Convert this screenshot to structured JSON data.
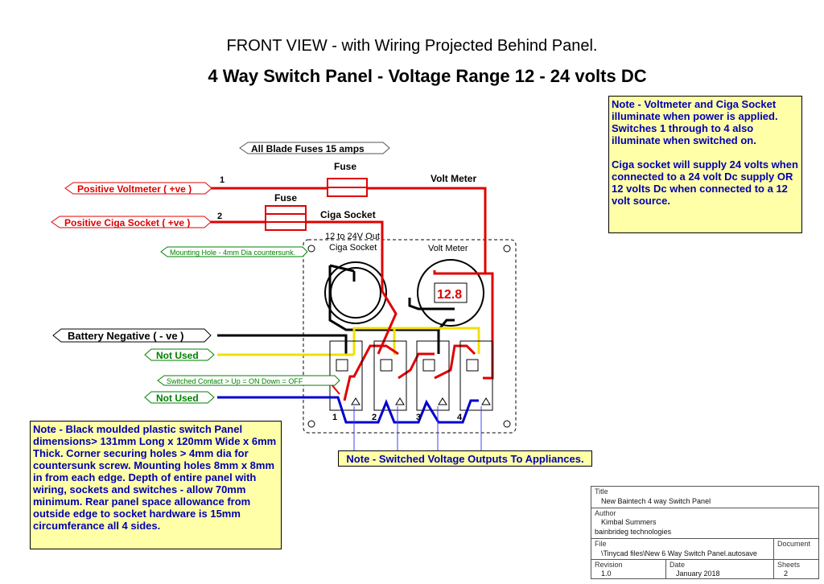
{
  "title": {
    "line1": "FRONT VIEW - with Wiring Projected Behind Panel.",
    "line2": "4 Way Switch Panel - Voltage Range 12 - 24 volts DC"
  },
  "note_top_right": {
    "para1": "Note - Voltmeter and Ciga Socket illuminate when power is applied. Switches 1 through to 4 also illuminate when switched on.",
    "para2": "Ciga socket will supply 24 volts when connected to a 24 volt Dc supply OR 12 volts Dc when connected to a 12 volt source."
  },
  "note_bottom_left": "Note - Black moulded plastic switch Panel dimensions> 131mm Long  x  120mm Wide  x  6mm Thick. Corner securing holes > 4mm dia for countersunk screw. Mounting holes 8mm x 8mm in from each edge. Depth of entire panel with wiring, sockets and switches - allow 70mm minimum. Rear panel space allowance from outside edge to socket hardware is 15mm circumferance all 4 sides.",
  "note_outputs": "Note - Switched Voltage Outputs To Appliances.",
  "labels": {
    "all_fuses": "All Blade Fuses 15 amps",
    "pos_voltmeter": "Positive Voltmeter ( +ve )",
    "pos_ciga": "Positive Ciga Socket ( +ve )",
    "mounting_hole": "Mounting Hole - 4mm Dia countersunk.",
    "battery_neg": "Battery Negative ( - ve )",
    "not_used_1": "Not Used",
    "switched_contact": "Switched Contact > Up = ON    Down = OFF",
    "not_used_2": "Not Used",
    "fuse_a": "Fuse",
    "fuse_b": "Fuse",
    "volt_meter_wire": "Volt Meter",
    "ciga_socket_wire": "Ciga Socket",
    "wire_1": "1",
    "wire_2": "2",
    "ciga_out_1": "12 to 24V Out",
    "ciga_out_2": "Ciga Socket",
    "volt_meter_panel": "Volt Meter",
    "meter_reading": "12.8",
    "sw1": "1",
    "sw2": "2",
    "sw3": "3",
    "sw4": "4"
  },
  "title_block": {
    "title_label": "Title",
    "title_value": "New Baintech 4 way Switch Panel",
    "author_label": "Author",
    "author_name": "Kimbal Summers",
    "author_org": "bainbrideg technologies",
    "file_label": "File",
    "file_value": "\\Tinycad files\\New 6 Way Switch Panel.autosave",
    "document_label": "Document",
    "revision_label": "Revision",
    "revision_value": "1.0",
    "date_label": "Date",
    "date_value": "January 2018",
    "sheets_label": "Sheets",
    "sheets_value": "2"
  },
  "colors": {
    "positive_wire": "#e00000",
    "negative_wire": "#000000",
    "yellow_wire": "#f0e000",
    "blue_wire": "#0000cc",
    "note_bg": "#ffffa8",
    "label_red": "#e00000",
    "label_green": "#008000"
  }
}
